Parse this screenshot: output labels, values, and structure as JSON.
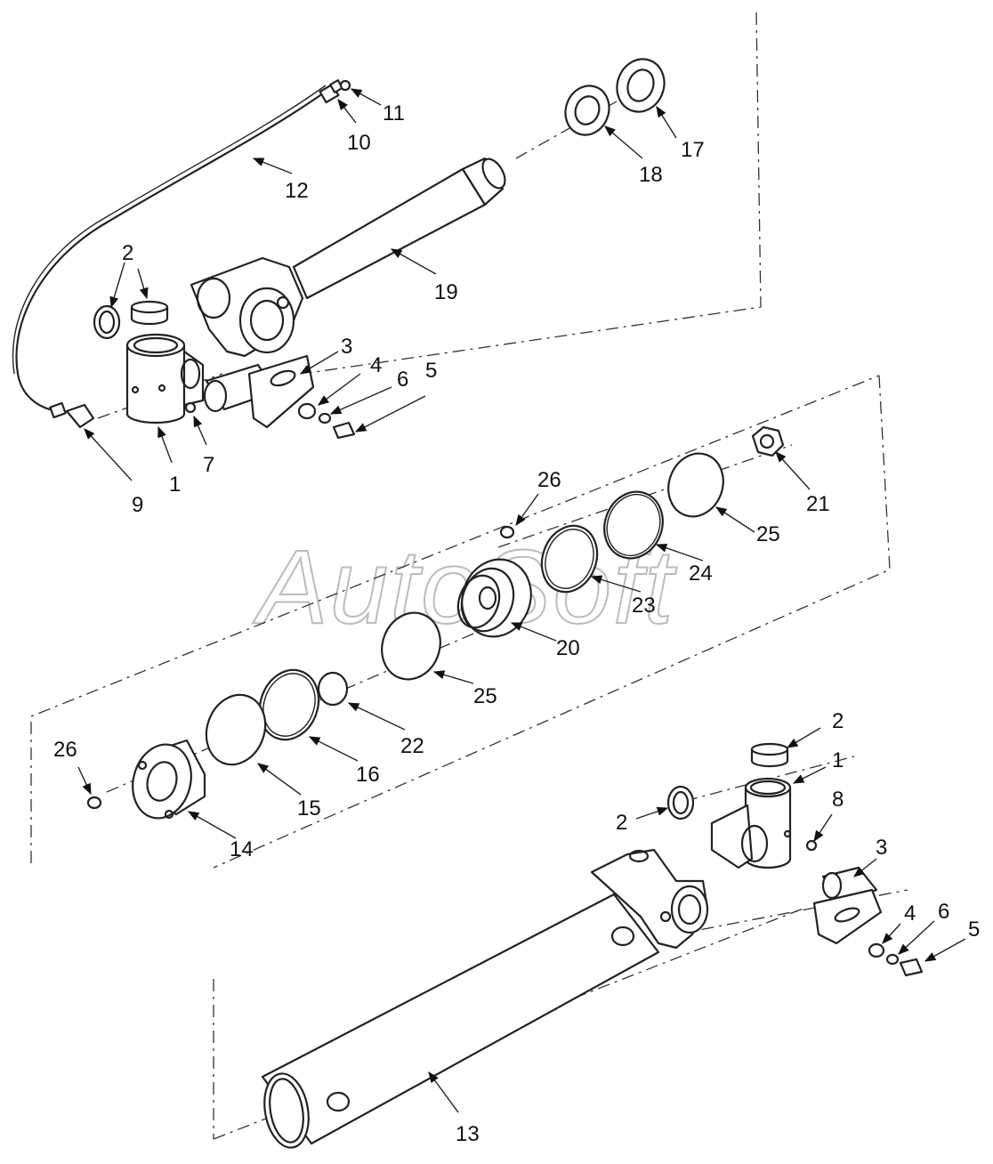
{
  "watermark": "AutoSoft",
  "callouts": {
    "c1a": "1",
    "c1b": "1",
    "c2a": "2",
    "c2b": "2",
    "c2c": "2",
    "c3a": "3",
    "c3b": "3",
    "c4a": "4",
    "c4b": "4",
    "c5a": "5",
    "c5b": "5",
    "c6a": "6",
    "c6b": "6",
    "c7": "7",
    "c8": "8",
    "c9": "9",
    "c10": "10",
    "c11": "11",
    "c12": "12",
    "c13": "13",
    "c14": "14",
    "c15": "15",
    "c16": "16",
    "c17": "17",
    "c18": "18",
    "c19": "19",
    "c20": "20",
    "c21": "21",
    "c22": "22",
    "c23": "23",
    "c24": "24",
    "c25a": "25",
    "c25b": "25",
    "c26a": "26",
    "c26b": "26"
  }
}
